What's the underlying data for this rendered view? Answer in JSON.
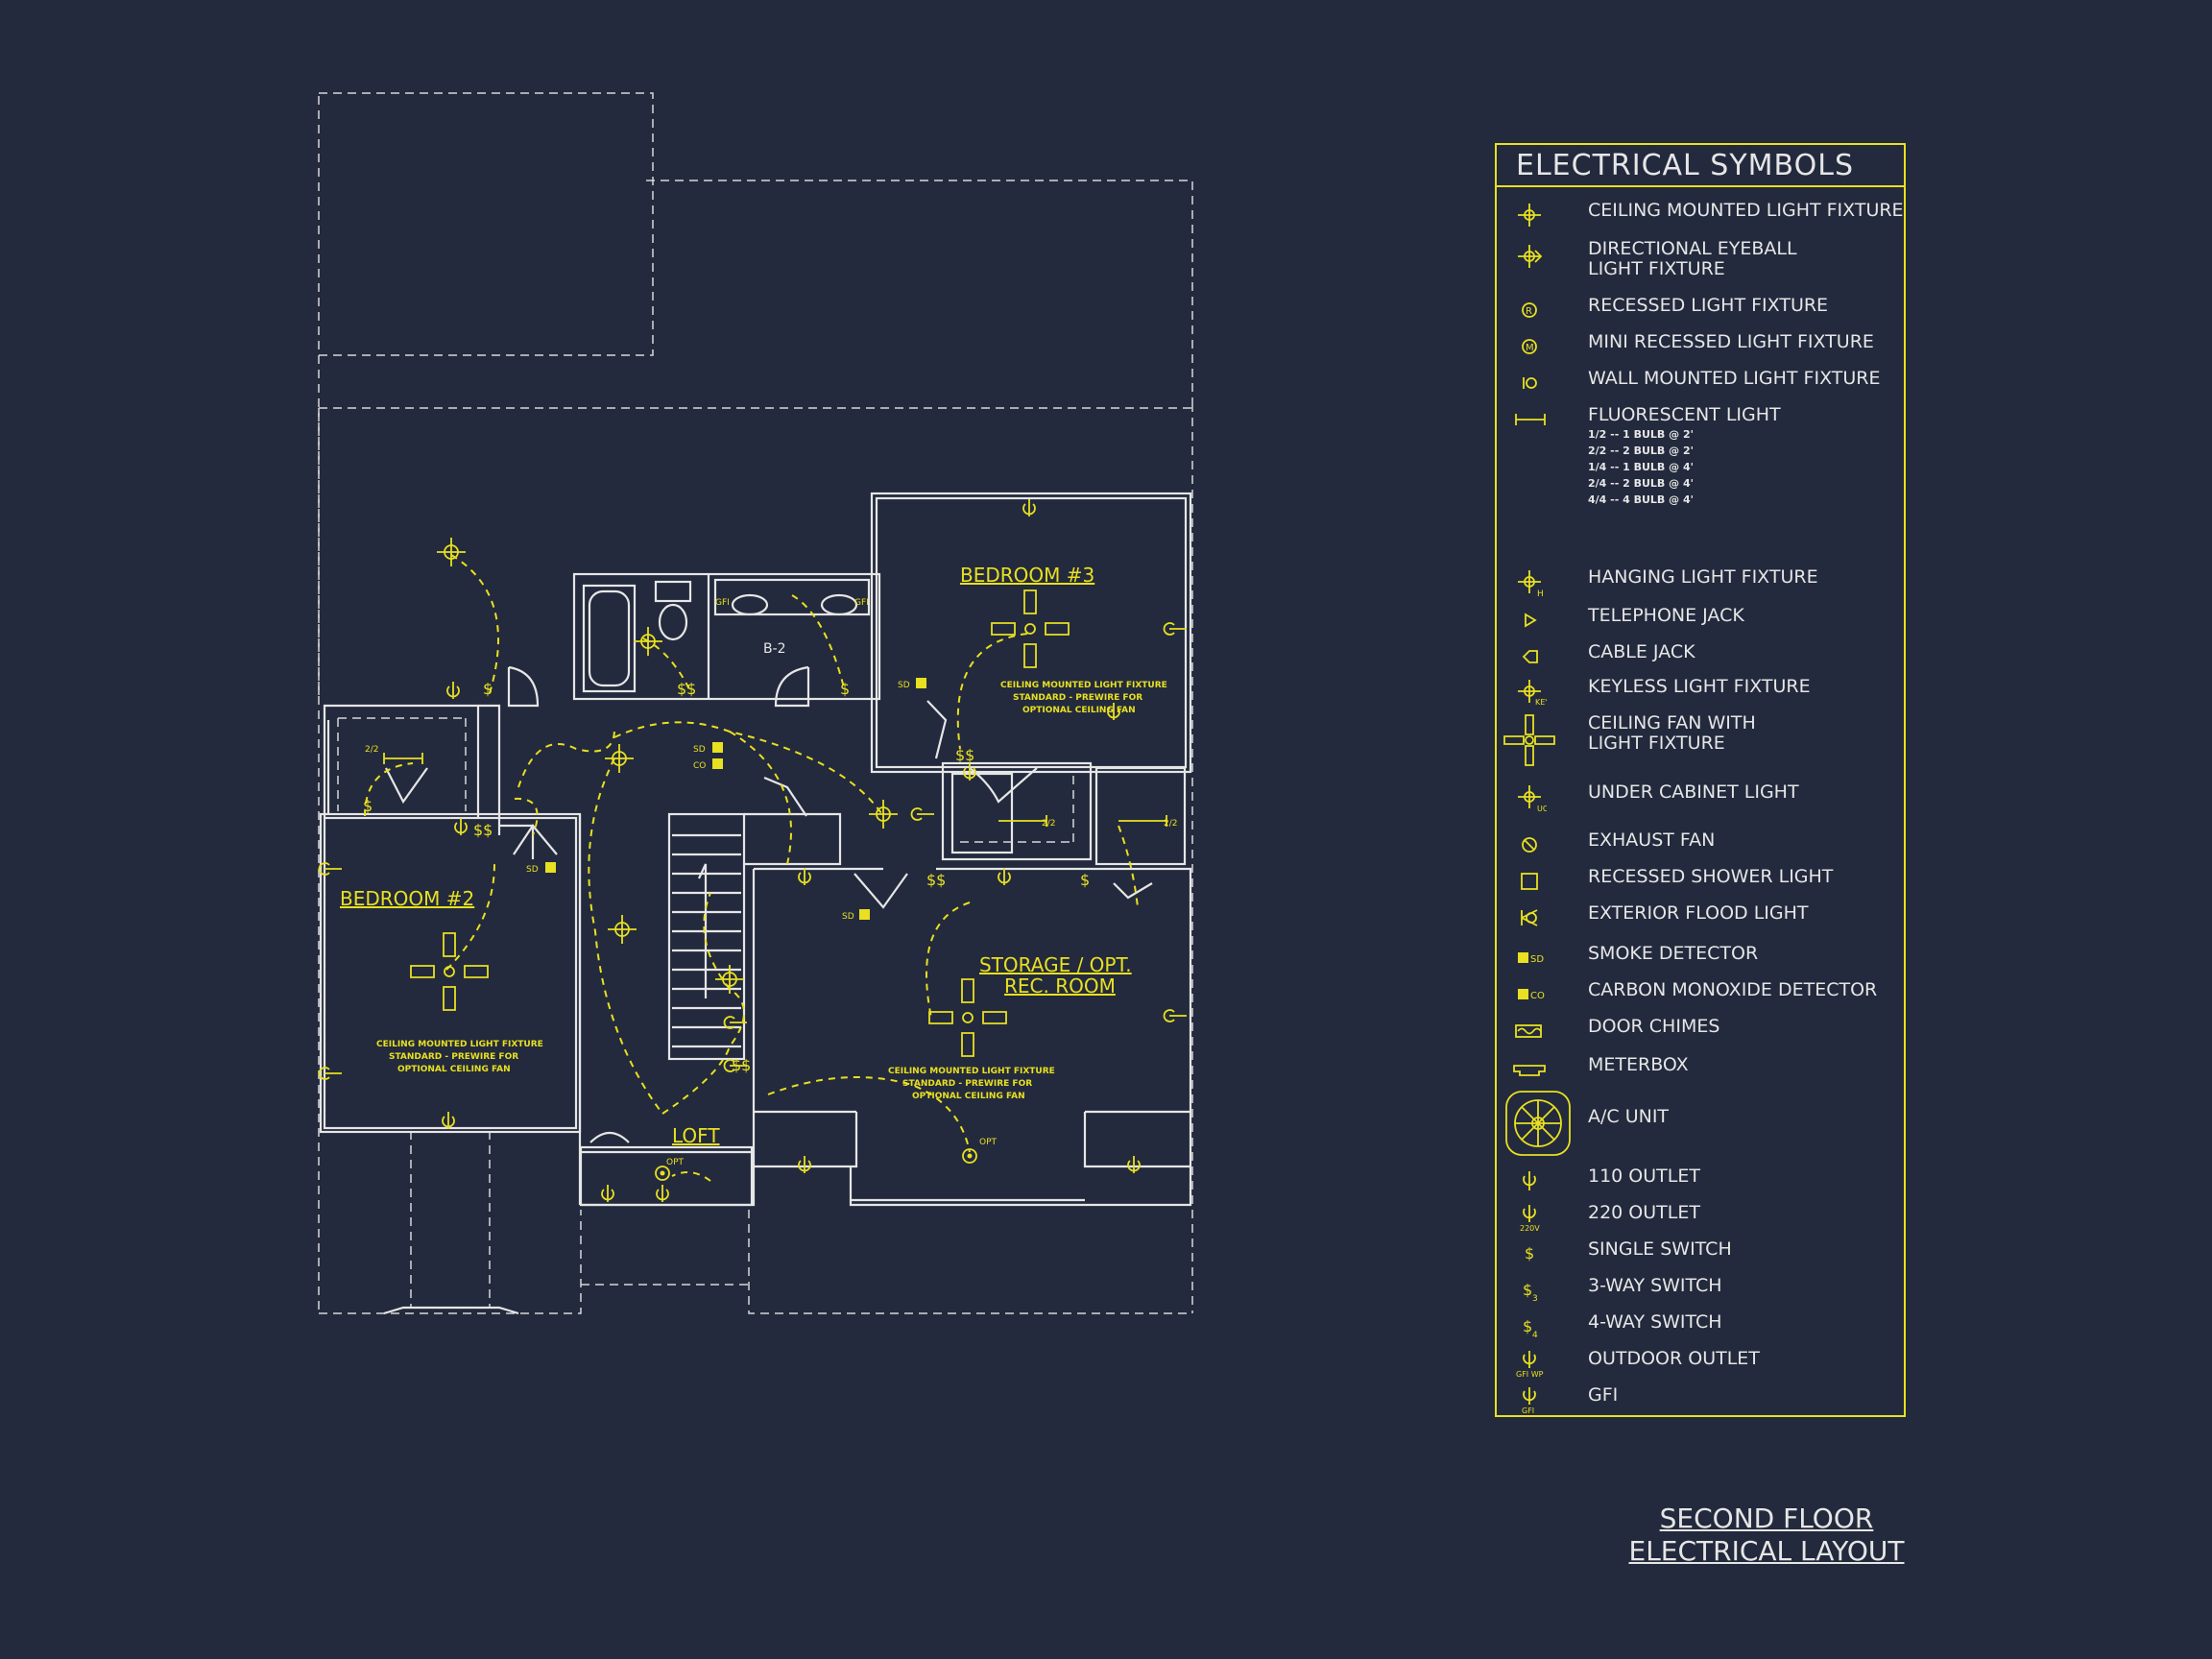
{
  "rooms": {
    "bedroom3": "BEDROOM #3",
    "bedroom2": "BEDROOM #2",
    "storage_line1": "STORAGE / OPT.",
    "storage_line2": "REC. ROOM",
    "loft": "LOFT",
    "bath": "B-2"
  },
  "fan_note": {
    "line1": "CEILING MOUNTED LIGHT FIXTURE",
    "line2": "STANDARD - PREWIRE FOR",
    "line3": "OPTIONAL CEILING FAN"
  },
  "plan_marks": {
    "sd": "SD",
    "co": "CO",
    "opt": "OPT",
    "gfi": "GFI",
    "fluor": "2/2"
  },
  "legend": {
    "title": "ELECTRICAL SYMBOLS",
    "items": [
      {
        "label": "CEILING MOUNTED LIGHT FIXTURE",
        "icon": "ceiling-light"
      },
      {
        "label": "DIRECTIONAL EYEBALL\nLIGHT FIXTURE",
        "icon": "eyeball-light"
      },
      {
        "label": "RECESSED LIGHT FIXTURE",
        "icon": "recessed-light"
      },
      {
        "label": "MINI RECESSED LIGHT FIXTURE",
        "icon": "mini-recessed-light"
      },
      {
        "label": "WALL MOUNTED LIGHT FIXTURE",
        "icon": "wall-light"
      },
      {
        "label": "FLUORESCENT LIGHT",
        "icon": "fluorescent-light",
        "sub": "1/2  -- 1 BULB @ 2'\n2/2  -- 2 BULB @ 2'\n1/4  -- 1 BULB @ 4'\n2/4 -- 2 BULB @ 4'\n4/4 -- 4 BULB @ 4'"
      },
      {
        "label": "HANGING LIGHT FIXTURE",
        "icon": "hanging-light"
      },
      {
        "label": "TELEPHONE JACK",
        "icon": "telephone-jack"
      },
      {
        "label": "CABLE JACK",
        "icon": "cable-jack"
      },
      {
        "label": "KEYLESS LIGHT FIXTURE",
        "icon": "keyless-light"
      },
      {
        "label": "CEILING FAN WITH\nLIGHT FIXTURE",
        "icon": "ceiling-fan"
      },
      {
        "label": "UNDER CABINET LIGHT",
        "icon": "under-cabinet-light"
      },
      {
        "label": "EXHAUST FAN",
        "icon": "exhaust-fan"
      },
      {
        "label": "RECESSED SHOWER LIGHT",
        "icon": "shower-light"
      },
      {
        "label": "EXTERIOR FLOOD LIGHT",
        "icon": "flood-light"
      },
      {
        "label": "SMOKE DETECTOR",
        "icon": "smoke-detector"
      },
      {
        "label": "CARBON MONOXIDE DETECTOR",
        "icon": "co-detector"
      },
      {
        "label": "DOOR CHIMES",
        "icon": "door-chimes"
      },
      {
        "label": "METERBOX",
        "icon": "meterbox"
      },
      {
        "label": "A/C UNIT",
        "icon": "ac-unit"
      },
      {
        "label": "110 OUTLET",
        "icon": "outlet-110"
      },
      {
        "label": "220 OUTLET",
        "icon": "outlet-220"
      },
      {
        "label": "SINGLE SWITCH",
        "icon": "single-switch"
      },
      {
        "label": "3-WAY SWITCH",
        "icon": "three-way-switch"
      },
      {
        "label": "4-WAY SWITCH",
        "icon": "four-way-switch"
      },
      {
        "label": "OUTDOOR OUTLET",
        "icon": "outdoor-outlet"
      },
      {
        "label": "GFI",
        "icon": "gfi-outlet"
      }
    ]
  },
  "sheet_title": {
    "line1": "SECOND FLOOR",
    "line2": "ELECTRICAL LAYOUT"
  },
  "colors": {
    "background": "#232a3d",
    "accent": "#e8e020",
    "line": "#e6e6e6"
  }
}
